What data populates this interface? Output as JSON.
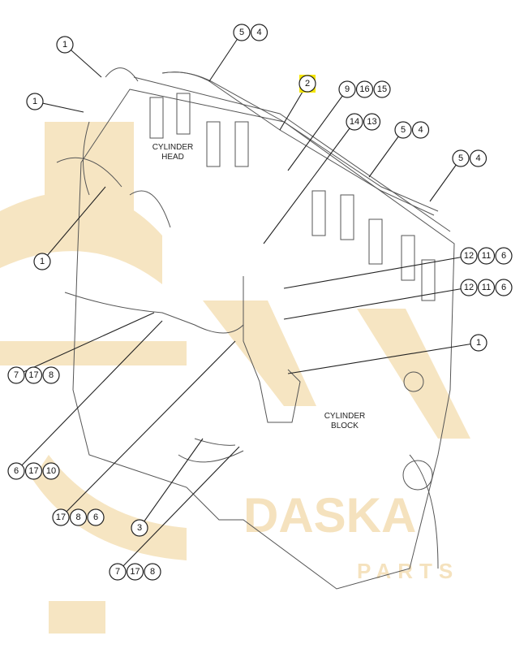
{
  "labels": {
    "cylinder_head_1": "CYLINDER",
    "cylinder_head_2": "HEAD",
    "cylinder_block_1": "CYLINDER",
    "cylinder_block_2": "BLOCK"
  },
  "watermark": {
    "brand": "DASKA",
    "sub": "PARTS"
  },
  "highlight_color": "#f5e600",
  "callouts": [
    {
      "nums": [
        "1"
      ]
    },
    {
      "nums": [
        "5",
        "4"
      ]
    },
    {
      "nums": [
        "1"
      ]
    },
    {
      "nums": [
        "2"
      ],
      "highlighted": true
    },
    {
      "nums": [
        "9",
        "16",
        "15"
      ]
    },
    {
      "nums": [
        "14",
        "13"
      ]
    },
    {
      "nums": [
        "5",
        "4"
      ]
    },
    {
      "nums": [
        "5",
        "4"
      ]
    },
    {
      "nums": [
        "1"
      ]
    },
    {
      "nums": [
        "12",
        "11",
        "6"
      ]
    },
    {
      "nums": [
        "12",
        "11",
        "6"
      ]
    },
    {
      "nums": [
        "1"
      ]
    },
    {
      "nums": [
        "7",
        "17",
        "8"
      ]
    },
    {
      "nums": [
        "6",
        "17",
        "10"
      ]
    },
    {
      "nums": [
        "17",
        "8",
        "6"
      ]
    },
    {
      "nums": [
        "3"
      ]
    },
    {
      "nums": [
        "7",
        "17",
        "8"
      ]
    }
  ]
}
